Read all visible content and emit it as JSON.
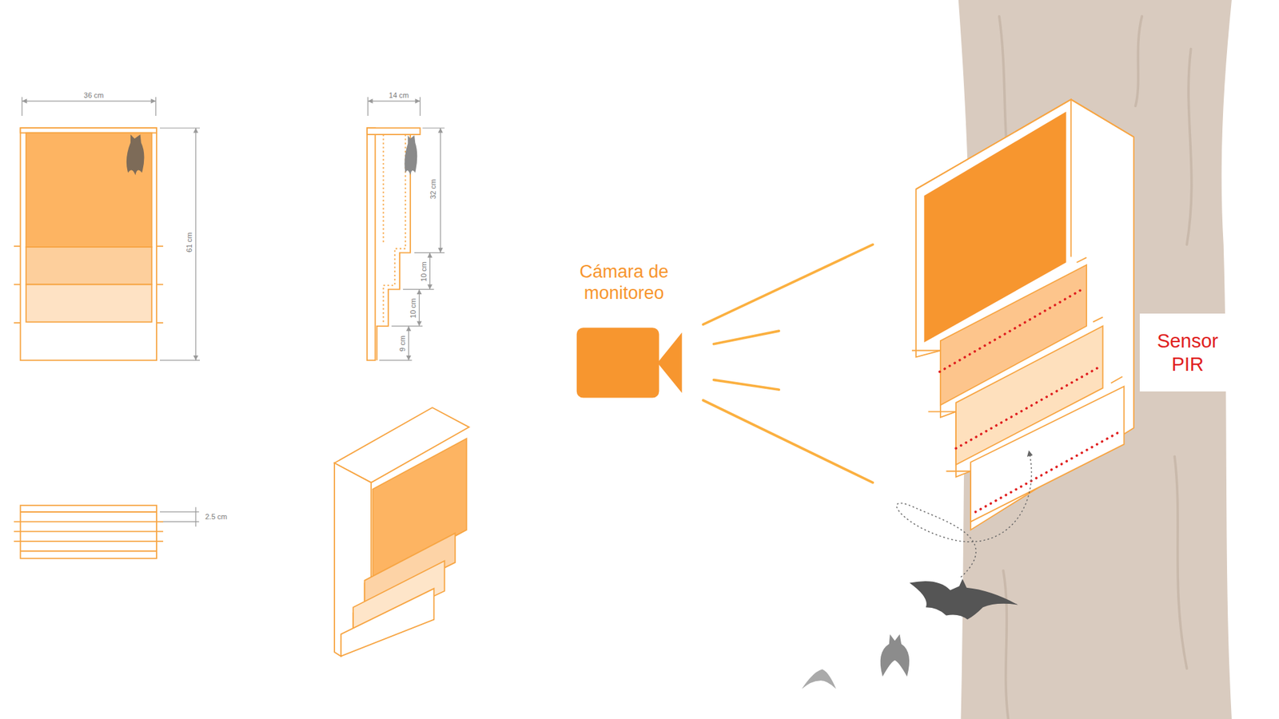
{
  "diagram": {
    "nodes": [
      {
        "text": [
          "Cámara de monitoreo"
        ]
      },
      {
        "text": [
          "Sensor PIR"
        ]
      }
    ],
    "labels": [
      "36 cm",
      "61 cm",
      "14 cm",
      "32 cm",
      "10 cm",
      "10 cm",
      "9 cm",
      "2.5 cm"
    ]
  }
}
